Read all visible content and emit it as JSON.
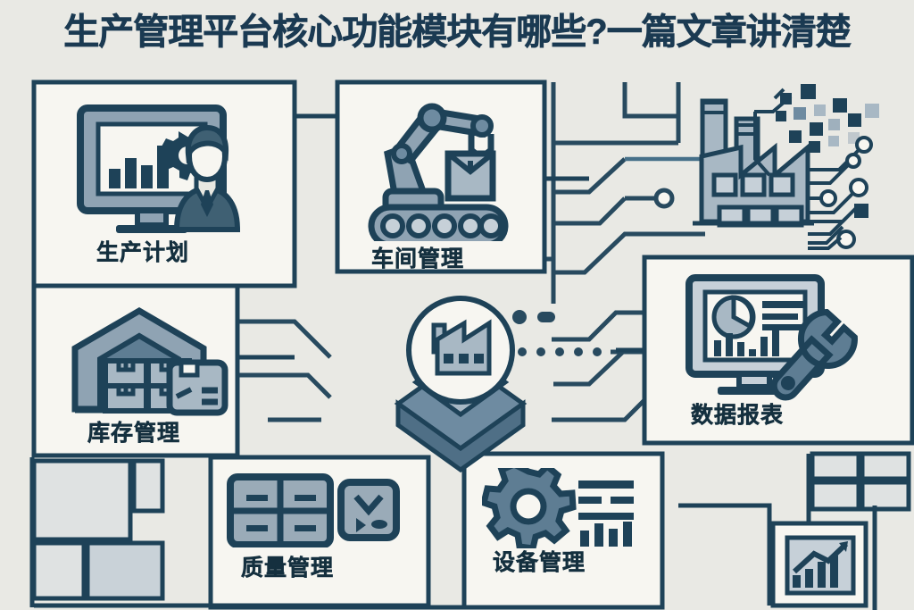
{
  "page": {
    "title": "生产管理平台核心功能模块有哪些?一篇文章讲清楚",
    "type": "infographic"
  },
  "colors": {
    "background": "#e9e9e4",
    "panel": "#f7f6f1",
    "ink": "#1e4258",
    "ink_dark": "#15303f",
    "fill_mid": "#6e8ba1",
    "fill_light": "#a8b8c4",
    "fill_pale": "#c6d0d8",
    "title": "#1b3a52"
  },
  "modules": [
    {
      "id": "production-plan",
      "label": "生产计划",
      "icon": "monitor-chart-gear-person-icon"
    },
    {
      "id": "workshop",
      "label": "车间管理",
      "icon": "robot-arm-conveyor-icon"
    },
    {
      "id": "inventory",
      "label": "库存管理",
      "icon": "warehouse-boxes-icon"
    },
    {
      "id": "data-report",
      "label": "数据报表",
      "icon": "monitor-pie-bar-wrench-icon"
    },
    {
      "id": "quality",
      "label": "质量管理",
      "icon": "grid-checkbox-icon"
    },
    {
      "id": "equipment",
      "label": "设备管理",
      "icon": "gear-barchart-icon"
    }
  ],
  "decorations": [
    {
      "id": "center-hub",
      "name": "factory-platform-hub-icon"
    },
    {
      "id": "factory",
      "name": "factory-smokestacks-icon"
    },
    {
      "id": "pixel-cloud",
      "name": "digital-pixel-cluster-icon"
    },
    {
      "id": "circuit",
      "name": "circuit-traces-decoration"
    },
    {
      "id": "trend-chart",
      "name": "trend-chart-icon"
    }
  ]
}
